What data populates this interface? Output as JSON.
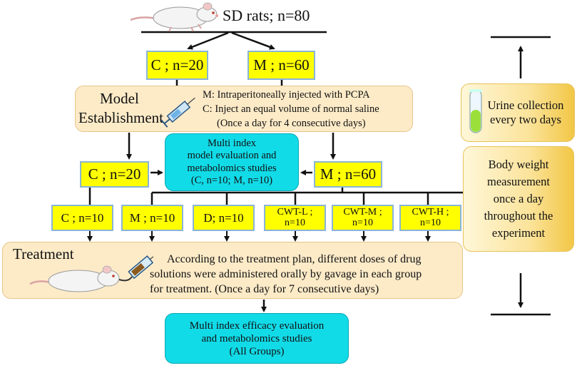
{
  "root_label": "SD rats; n=80",
  "group_c20_top": "C ; n=20",
  "group_m60_top": "M ; n=60",
  "model_establishment": {
    "title_line1": "Model",
    "title_line2": "Establishment",
    "line1": "M: Intraperitoneally injected with PCPA",
    "line2": "C: Inject an equal volume of normal saline",
    "line3": "(Once a day for 4 consecutive days)"
  },
  "multi_index_model": {
    "line1": "Multi index",
    "line2": "model evaluation and",
    "line3": "metabolomics studies",
    "line4": "(C, n=10; M, n=10)"
  },
  "group_c20_mid": "C ; n=20",
  "group_m60_mid": "M ; n=60",
  "treatment_groups": [
    {
      "line1": "C ; n=10",
      "line2": ""
    },
    {
      "line1": "M ; n=10",
      "line2": ""
    },
    {
      "line1": "D; n=10",
      "line2": ""
    },
    {
      "line1": "CWT-L ;",
      "line2": "n=10"
    },
    {
      "line1": "CWT-M ;",
      "line2": "n=10"
    },
    {
      "line1": "CWT-H ;",
      "line2": "n=10"
    }
  ],
  "treatment": {
    "title": "Treatment",
    "line1": "According to the treatment plan, different doses of drug",
    "line2": "solutions were administered orally by gavage in each group",
    "line3": "for treatment. (Once a day for 7 consecutive days)"
  },
  "multi_index_efficacy": {
    "line1": "Multi index efficacy evaluation",
    "line2": "and metabolomics studies",
    "line3": "(All Groups)"
  },
  "urine_collection": {
    "line1": "Urine collection",
    "line2": "every two days"
  },
  "body_weight": {
    "line1": "Body weight",
    "line2": "measurement",
    "line3": "once a day",
    "line4": "throughout the",
    "line5": "experiment"
  },
  "icons": [
    "rat-icon",
    "syringe-icon",
    "rat-gavage-icon",
    "test-tube-icon"
  ]
}
